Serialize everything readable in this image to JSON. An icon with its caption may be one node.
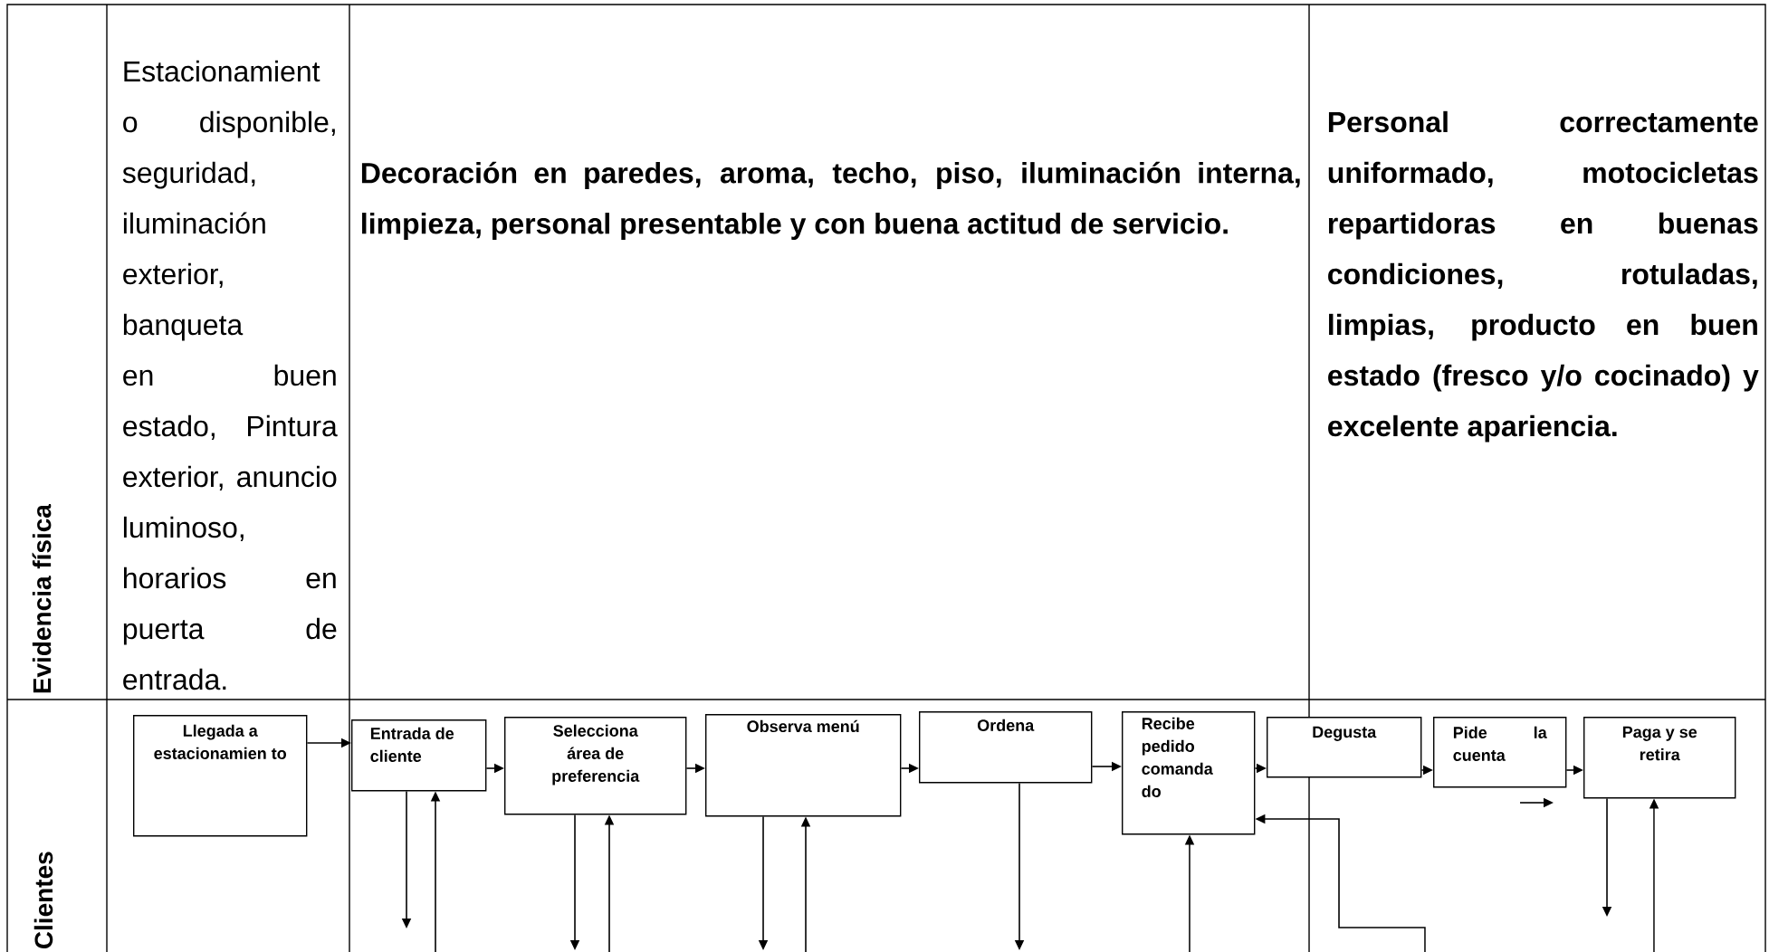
{
  "diagram": {
    "nodes": [
      {
        "text": [
          "Llegada a estacionamien to"
        ]
      },
      {
        "text": [
          "Entrada de cliente"
        ]
      },
      {
        "text": [
          "Selecciona área de preferencia"
        ]
      },
      {
        "text": [
          "Observa menú"
        ]
      },
      {
        "text": [
          "Ordena"
        ]
      },
      {
        "text": [
          "Recibe pedido comanda do"
        ]
      },
      {
        "text": [
          "Degusta"
        ]
      },
      {
        "text": [
          "Pide la cuenta"
        ]
      },
      {
        "text": [
          "Paga y se retira"
        ]
      }
    ],
    "edges": [
      {
        "from": 0,
        "to": 1,
        "arrow": "to"
      },
      {
        "from": 1,
        "to": 2,
        "arrow": "to"
      },
      {
        "from": 2,
        "to": 3,
        "arrow": "to"
      },
      {
        "from": 3,
        "to": 4,
        "arrow": "to"
      },
      {
        "from": 4,
        "to": 5,
        "arrow": "to"
      },
      {
        "from": 5,
        "to": 6,
        "arrow": "to"
      },
      {
        "from": 6,
        "to": 7,
        "arrow": "to"
      },
      {
        "from": 7,
        "to": 8,
        "arrow": "to"
      },
      {
        "from": 1,
        "to": null,
        "arrow": "to"
      },
      {
        "from": null,
        "to": 1,
        "arrow": "to"
      },
      {
        "from": 2,
        "to": null,
        "arrow": "to"
      },
      {
        "from": null,
        "to": 2,
        "arrow": "to"
      },
      {
        "from": 3,
        "to": null,
        "arrow": "to"
      },
      {
        "from": null,
        "to": 3,
        "arrow": "to"
      },
      {
        "from": 4,
        "to": null,
        "arrow": "to"
      },
      {
        "from": null,
        "to": 5,
        "arrow": "to"
      },
      {
        "from": null,
        "to": 5,
        "arrow": "to"
      },
      {
        "from": 8,
        "to": null,
        "arrow": "to"
      },
      {
        "from": null,
        "to": 8,
        "arrow": "to"
      }
    ],
    "labels": [
      "Evidencia física",
      "Estacionamient o disponible, seguridad, iluminación exterior, banqueta en buen estado, Pintura exterior, anuncio luminoso, horarios en puerta de entrada.",
      "Decoración en paredes, aroma, techo, piso, iluminación interna, limpieza, personal presentable y con buena actitud de servicio.",
      "Personal correctamente uniformado, motocicletas repartidoras en buenas condiciones, rotuladas, limpias, producto en buen estado (fresco y/o cocinado) y excelente apariencia.",
      "Clientes"
    ]
  }
}
